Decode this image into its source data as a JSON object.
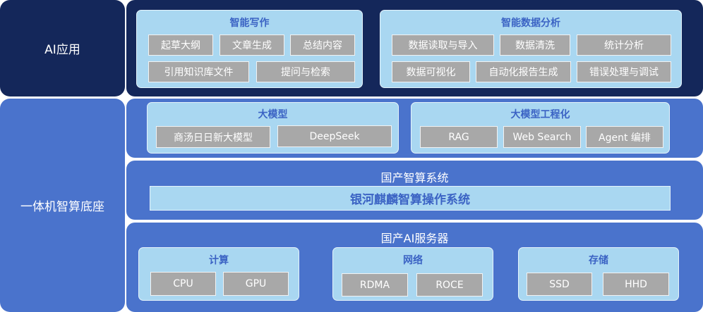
{
  "left": {
    "ai_app": "AI应用",
    "base": "一体机智算底座"
  },
  "ai_apps": {
    "writing": {
      "title": "智能写作",
      "items": [
        "起草大纲",
        "文章生成",
        "总结内容",
        "引用知识库文件",
        "提问与检索"
      ]
    },
    "data_analysis": {
      "title": "智能数据分析",
      "items": [
        "数据读取与导入",
        "数据清洗",
        "统计分析",
        "数据可视化",
        "自动化报告生成",
        "错误处理与调试"
      ]
    }
  },
  "models": {
    "llm": {
      "title": "大模型",
      "items": [
        "商汤日日新大模型",
        "DeepSeek"
      ]
    },
    "engineering": {
      "title": "大模型工程化",
      "items": [
        "RAG",
        "Web Search",
        "Agent 编排"
      ]
    }
  },
  "os": {
    "title": "国产智算系统",
    "name": "银河麒麟智算操作系统"
  },
  "server": {
    "title": "国产AI服务器",
    "compute": {
      "title": "计算",
      "items": [
        "CPU",
        "GPU"
      ]
    },
    "network": {
      "title": "网络",
      "items": [
        "RDMA",
        "ROCE"
      ]
    },
    "storage": {
      "title": "存储",
      "items": [
        "SSD",
        "HHD"
      ]
    }
  }
}
